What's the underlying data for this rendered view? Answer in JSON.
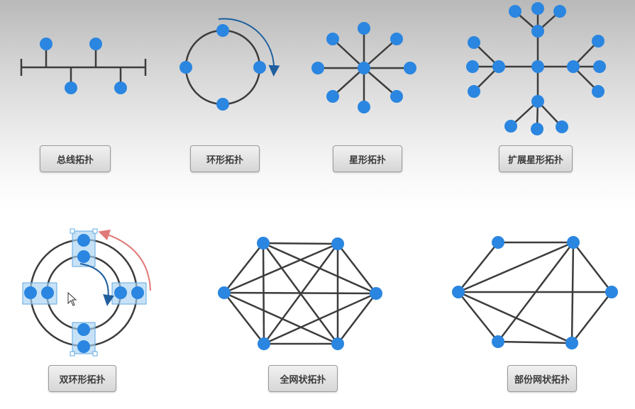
{
  "labels": {
    "bus": "总线拓扑",
    "ring": "环形拓扑",
    "star": "星形拓扑",
    "extended_star": "扩展星形拓扑",
    "dual_ring": "双环形拓扑",
    "full_mesh": "全网状拓扑",
    "partial_mesh": "部份网状拓扑"
  },
  "colors": {
    "node": "#2a86e0",
    "line": "#3c3c3c",
    "arrow_blue": "#1f5f9e",
    "arrow_red": "#e07a78",
    "highlight": "#a9d2f3"
  }
}
